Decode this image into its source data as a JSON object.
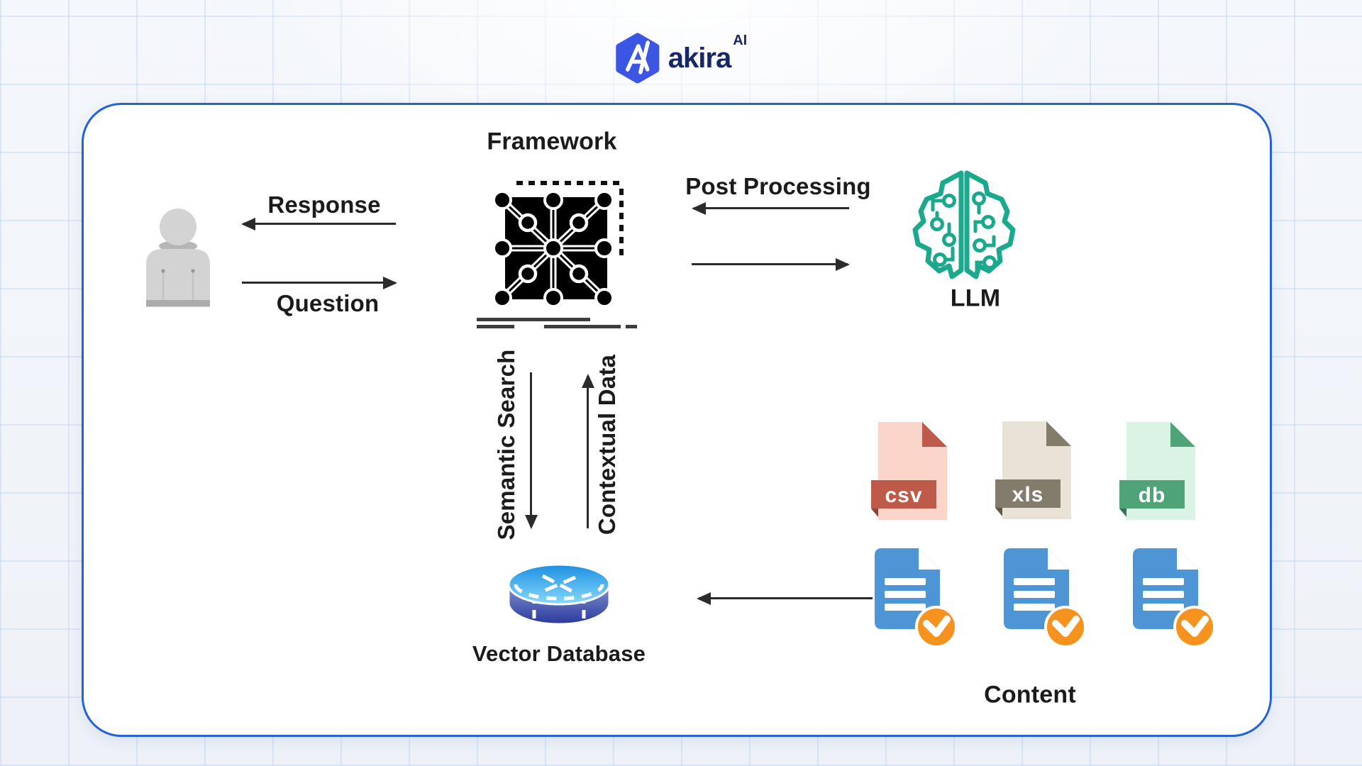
{
  "brand": {
    "name": "akira",
    "superscript": "AI"
  },
  "nodes": {
    "framework": "Framework",
    "llm": "LLM",
    "vector_database": "Vector Database",
    "content": "Content"
  },
  "flows": {
    "response": "Response",
    "question": "Question",
    "post_processing": "Post Processing",
    "semantic_search": "Semantic Search",
    "contextual_data": "Contextual Data"
  },
  "files": [
    {
      "label": "csv",
      "body_color": "#fbd4ca",
      "accent_color": "#bd5a49",
      "fold_color": "#8e4335"
    },
    {
      "label": "xls",
      "body_color": "#e9e2d6",
      "accent_color": "#837c6c",
      "fold_color": "#5f594c"
    },
    {
      "label": "db",
      "body_color": "#daf3e4",
      "accent_color": "#4ea377",
      "fold_color": "#35745c"
    }
  ],
  "colors": {
    "card_border": "#2563d4",
    "logo_mark": "#3c56e4",
    "logo_text": "#172866",
    "llm_teal": "#1ba98d",
    "doc_blue": "#4e95d5",
    "check_orange": "#f6921e",
    "arrow": "#2b2b2b",
    "person_gray": "#d3d3d3"
  }
}
